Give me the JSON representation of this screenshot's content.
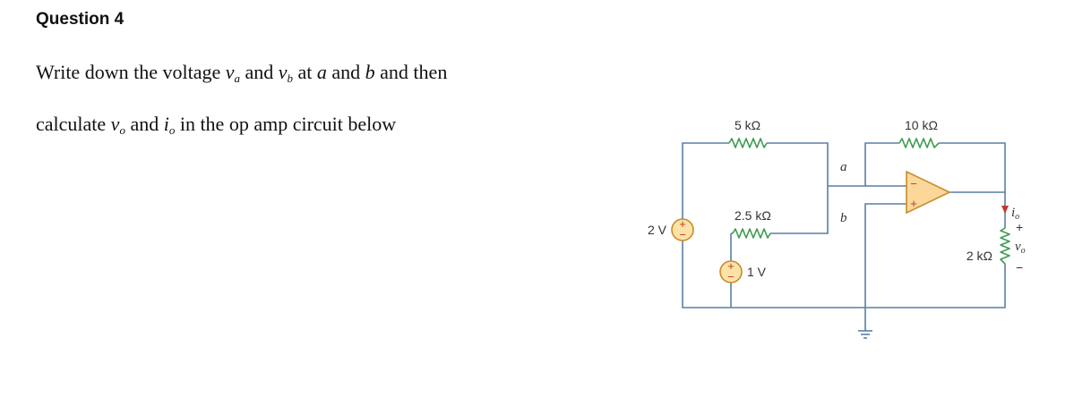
{
  "question": {
    "heading": "Question 4",
    "line1": {
      "pre": "Write down the voltage ",
      "va_main": "v",
      "va_sub": "a",
      "and1": " and ",
      "vb_main": "v",
      "vb_sub": "b",
      "at": " at ",
      "a": "a",
      "and2": " and ",
      "b": "b",
      "post": " and then"
    },
    "line2": {
      "pre": "calculate ",
      "vo_main": "v",
      "vo_sub": "o",
      "and": " and ",
      "io_main": "i",
      "io_sub": "o",
      "post": " in the op amp circuit below"
    }
  },
  "circuit": {
    "r_top_left": "5 kΩ",
    "r_middle": "2.5 kΩ",
    "r_feedback": "10 kΩ",
    "r_load": "2 kΩ",
    "source_2v": "2 V",
    "source_1v": "1 V",
    "node_a": "a",
    "node_b": "b",
    "i_out_main": "i",
    "i_out_sub": "o",
    "v_out_main": "v",
    "v_out_sub": "o",
    "plus_sign": "+",
    "minus_sign": "−",
    "colors": {
      "wire": "#5a7fa3",
      "resistor": "#3d9a4f",
      "source_fill": "#fbe3a7",
      "source_stroke": "#c98b2b",
      "source_sign": "#c0392b",
      "opamp_fill": "#fbd79a",
      "opamp_stroke": "#c98b2b",
      "arrow": "#c0392b"
    }
  }
}
